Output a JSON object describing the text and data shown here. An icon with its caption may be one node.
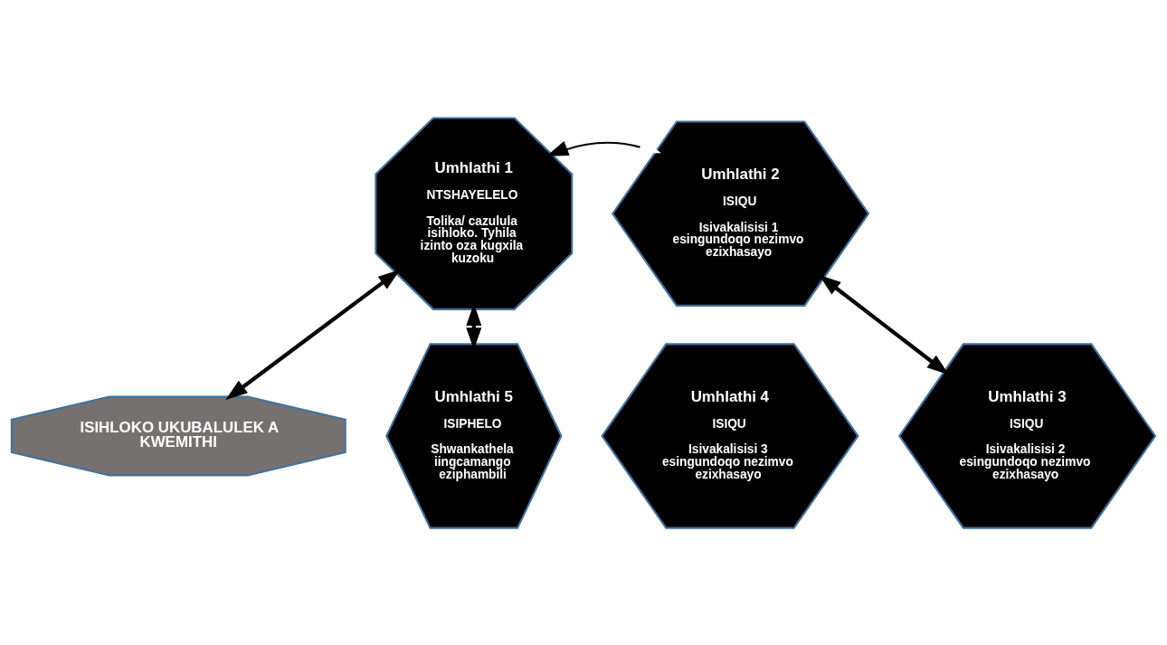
{
  "diagram": {
    "nodes": [
      {
        "text": [
          "Umhlathi 1",
          "NTSHAYELELO",
          "Tolika/ cazulula isihloko. Tyhila izinto oza kugxila kuzoku"
        ]
      },
      {
        "text": [
          "Umhlathi 2",
          "ISIQU",
          "Isivakalisisi 1 esingundoqo nezimvo ezixhasayo"
        ]
      },
      {
        "text": [
          "ISIHLOKO UKUBALULEK A KWEMITHI"
        ]
      },
      {
        "text": [
          "Umhlathi 5",
          "ISIPHELO",
          "Shwankathela iingcamango eziphambili"
        ]
      },
      {
        "text": [
          "Umhlathi 4",
          "ISIQU",
          "Isivakalisisi 3 esingundoqo nezimvo ezixhasayo"
        ]
      },
      {
        "text": [
          "Umhlathi 3",
          "ISIQU",
          "Isivakalisisi 2 esingundoqo nezimvo ezixhasayo"
        ]
      }
    ],
    "edges": [
      {
        "from": 0,
        "to": 1,
        "arrow": "both",
        "color": "#ffffff"
      },
      {
        "from": 0,
        "to": 2,
        "arrow": "both"
      },
      {
        "from": 1,
        "to": 5,
        "arrow": "both"
      },
      {
        "from": 0,
        "to": 3,
        "arrow": "both"
      }
    ]
  }
}
